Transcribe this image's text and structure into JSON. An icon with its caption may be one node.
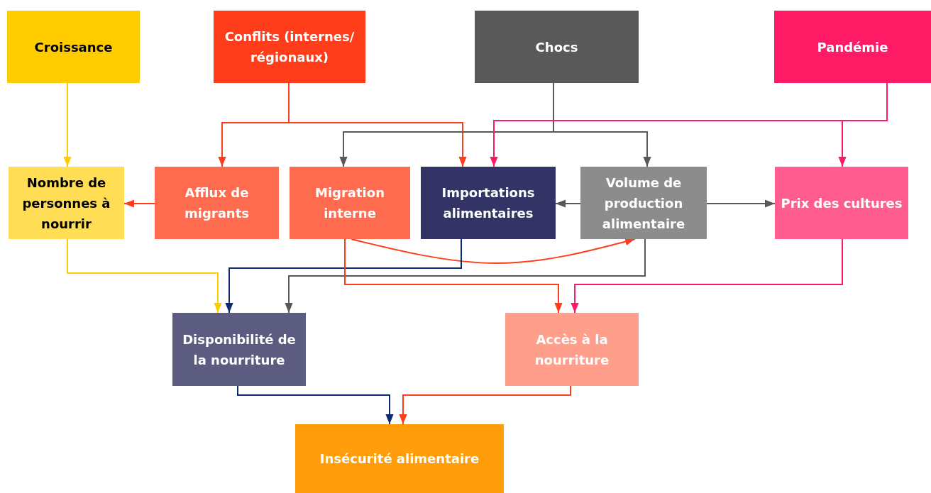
{
  "diagram": {
    "nodes": [
      {
        "text": [
          "Croissance"
        ]
      },
      {
        "text": [
          "Conflits (internes/ régionaux)"
        ]
      },
      {
        "text": [
          "Chocs"
        ]
      },
      {
        "text": [
          "Pandémie"
        ]
      },
      {
        "text": [
          "Nombre de personnes à nourrir"
        ]
      },
      {
        "text": [
          "Afflux de migrants"
        ]
      },
      {
        "text": [
          "Migration interne"
        ]
      },
      {
        "text": [
          "Importations alimentaires"
        ]
      },
      {
        "text": [
          "Volume de production alimentaire"
        ]
      },
      {
        "text": [
          "Prix des cultures"
        ]
      },
      {
        "text": [
          "Disponibilité de la nourriture"
        ]
      },
      {
        "text": [
          "Accès à la nourriture"
        ]
      },
      {
        "text": [
          "Insécurité alimentaire"
        ]
      }
    ],
    "edges": [
      {
        "from": 0,
        "to": 4,
        "arrow": "to",
        "color": "#ffcc00"
      },
      {
        "from": 1,
        "to": 5,
        "arrow": "to",
        "color": "#ff3d1a"
      },
      {
        "from": 1,
        "to": 7,
        "arrow": "to",
        "color": "#ff3d1a"
      },
      {
        "from": 2,
        "to": 6,
        "arrow": "to",
        "color": "#595959"
      },
      {
        "from": 2,
        "to": 8,
        "arrow": "to",
        "color": "#595959"
      },
      {
        "from": 3,
        "to": 7,
        "arrow": "to",
        "color": "#ff1a66"
      },
      {
        "from": 3,
        "to": 9,
        "arrow": "to",
        "color": "#ff1a66"
      },
      {
        "from": 5,
        "to": 4,
        "arrow": "to",
        "color": "#ff3d1a"
      },
      {
        "from": 8,
        "to": 7,
        "arrow": "to",
        "color": "#595959"
      },
      {
        "from": 8,
        "to": 9,
        "arrow": "to",
        "color": "#595959"
      },
      {
        "from": 6,
        "to": 8,
        "arrow": "to",
        "color": "#ff3d1a"
      },
      {
        "from": 4,
        "to": 10,
        "arrow": "to",
        "color": "#ffcc00"
      },
      {
        "from": 7,
        "to": 10,
        "arrow": "to",
        "color": "#0d2b73"
      },
      {
        "from": 8,
        "to": 10,
        "arrow": "to",
        "color": "#595959"
      },
      {
        "from": 6,
        "to": 11,
        "arrow": "to",
        "color": "#ff3d1a"
      },
      {
        "from": 9,
        "to": 11,
        "arrow": "to",
        "color": "#ff1a66"
      },
      {
        "from": 10,
        "to": 12,
        "arrow": "to",
        "color": "#0d2b73"
      },
      {
        "from": 11,
        "to": 12,
        "arrow": "to",
        "color": "#ff3d1a"
      }
    ]
  }
}
